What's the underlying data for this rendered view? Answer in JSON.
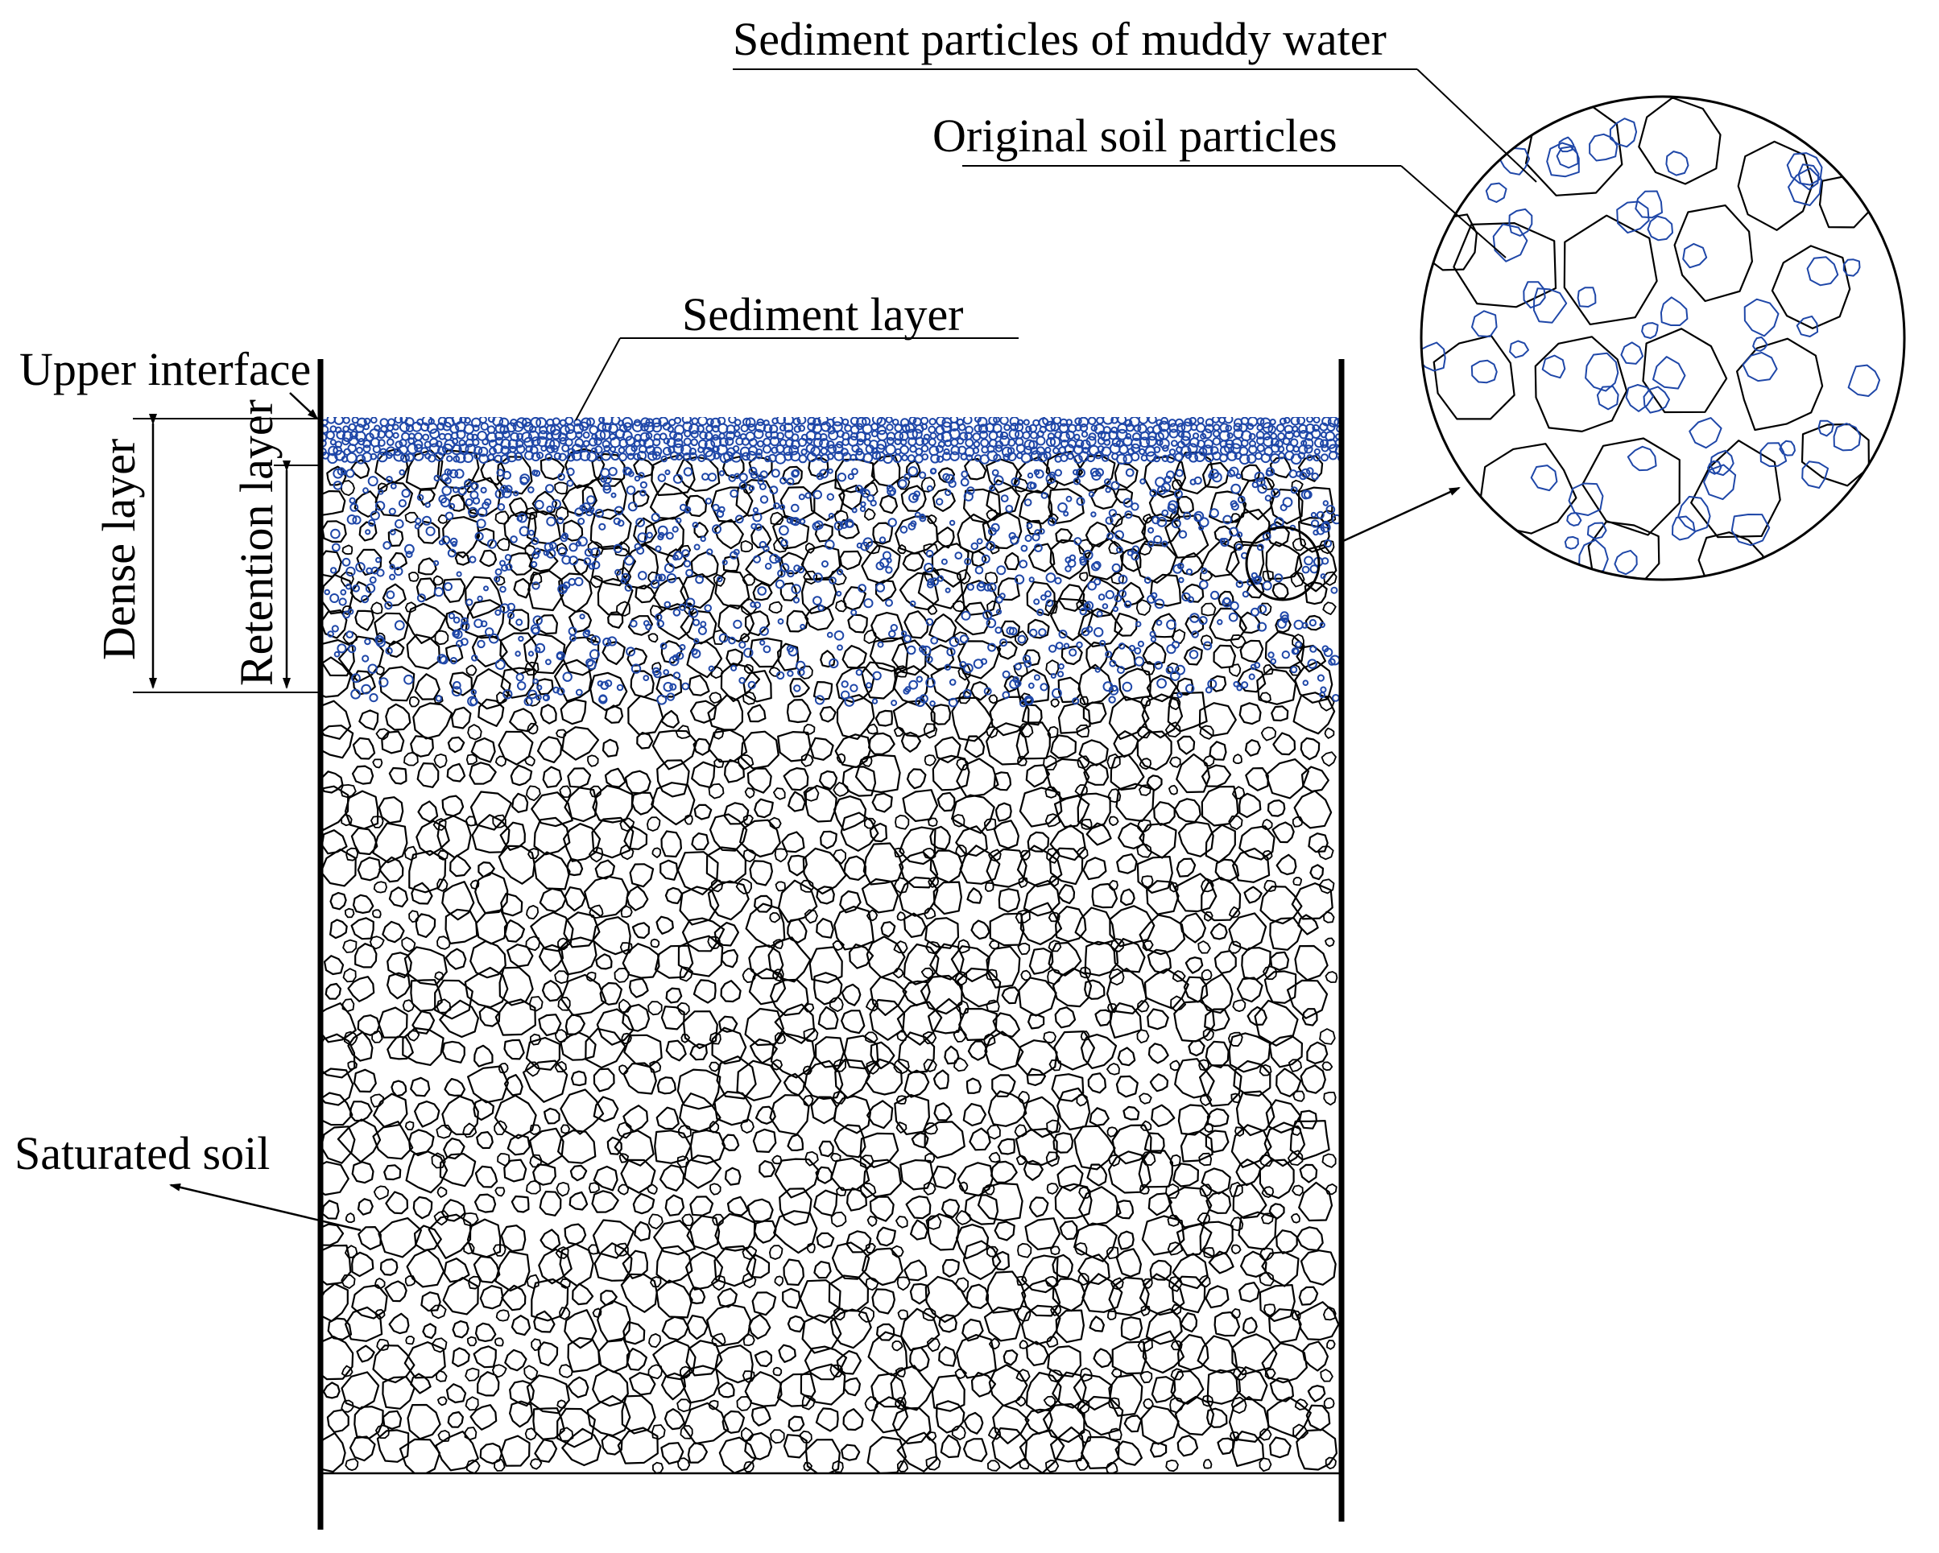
{
  "labels": {
    "sediment_particles": "Sediment particles of muddy water",
    "original_soil": "Original soil particles",
    "sediment_layer": "Sediment layer",
    "upper_interface": "Upper interface",
    "dense_layer": "Dense layer",
    "retention_layer": "Retention layer",
    "saturated_soil": "Saturated soil"
  },
  "colors": {
    "soil_outline": "#000000",
    "sediment": "#1f47a8",
    "background": "#ffffff"
  }
}
